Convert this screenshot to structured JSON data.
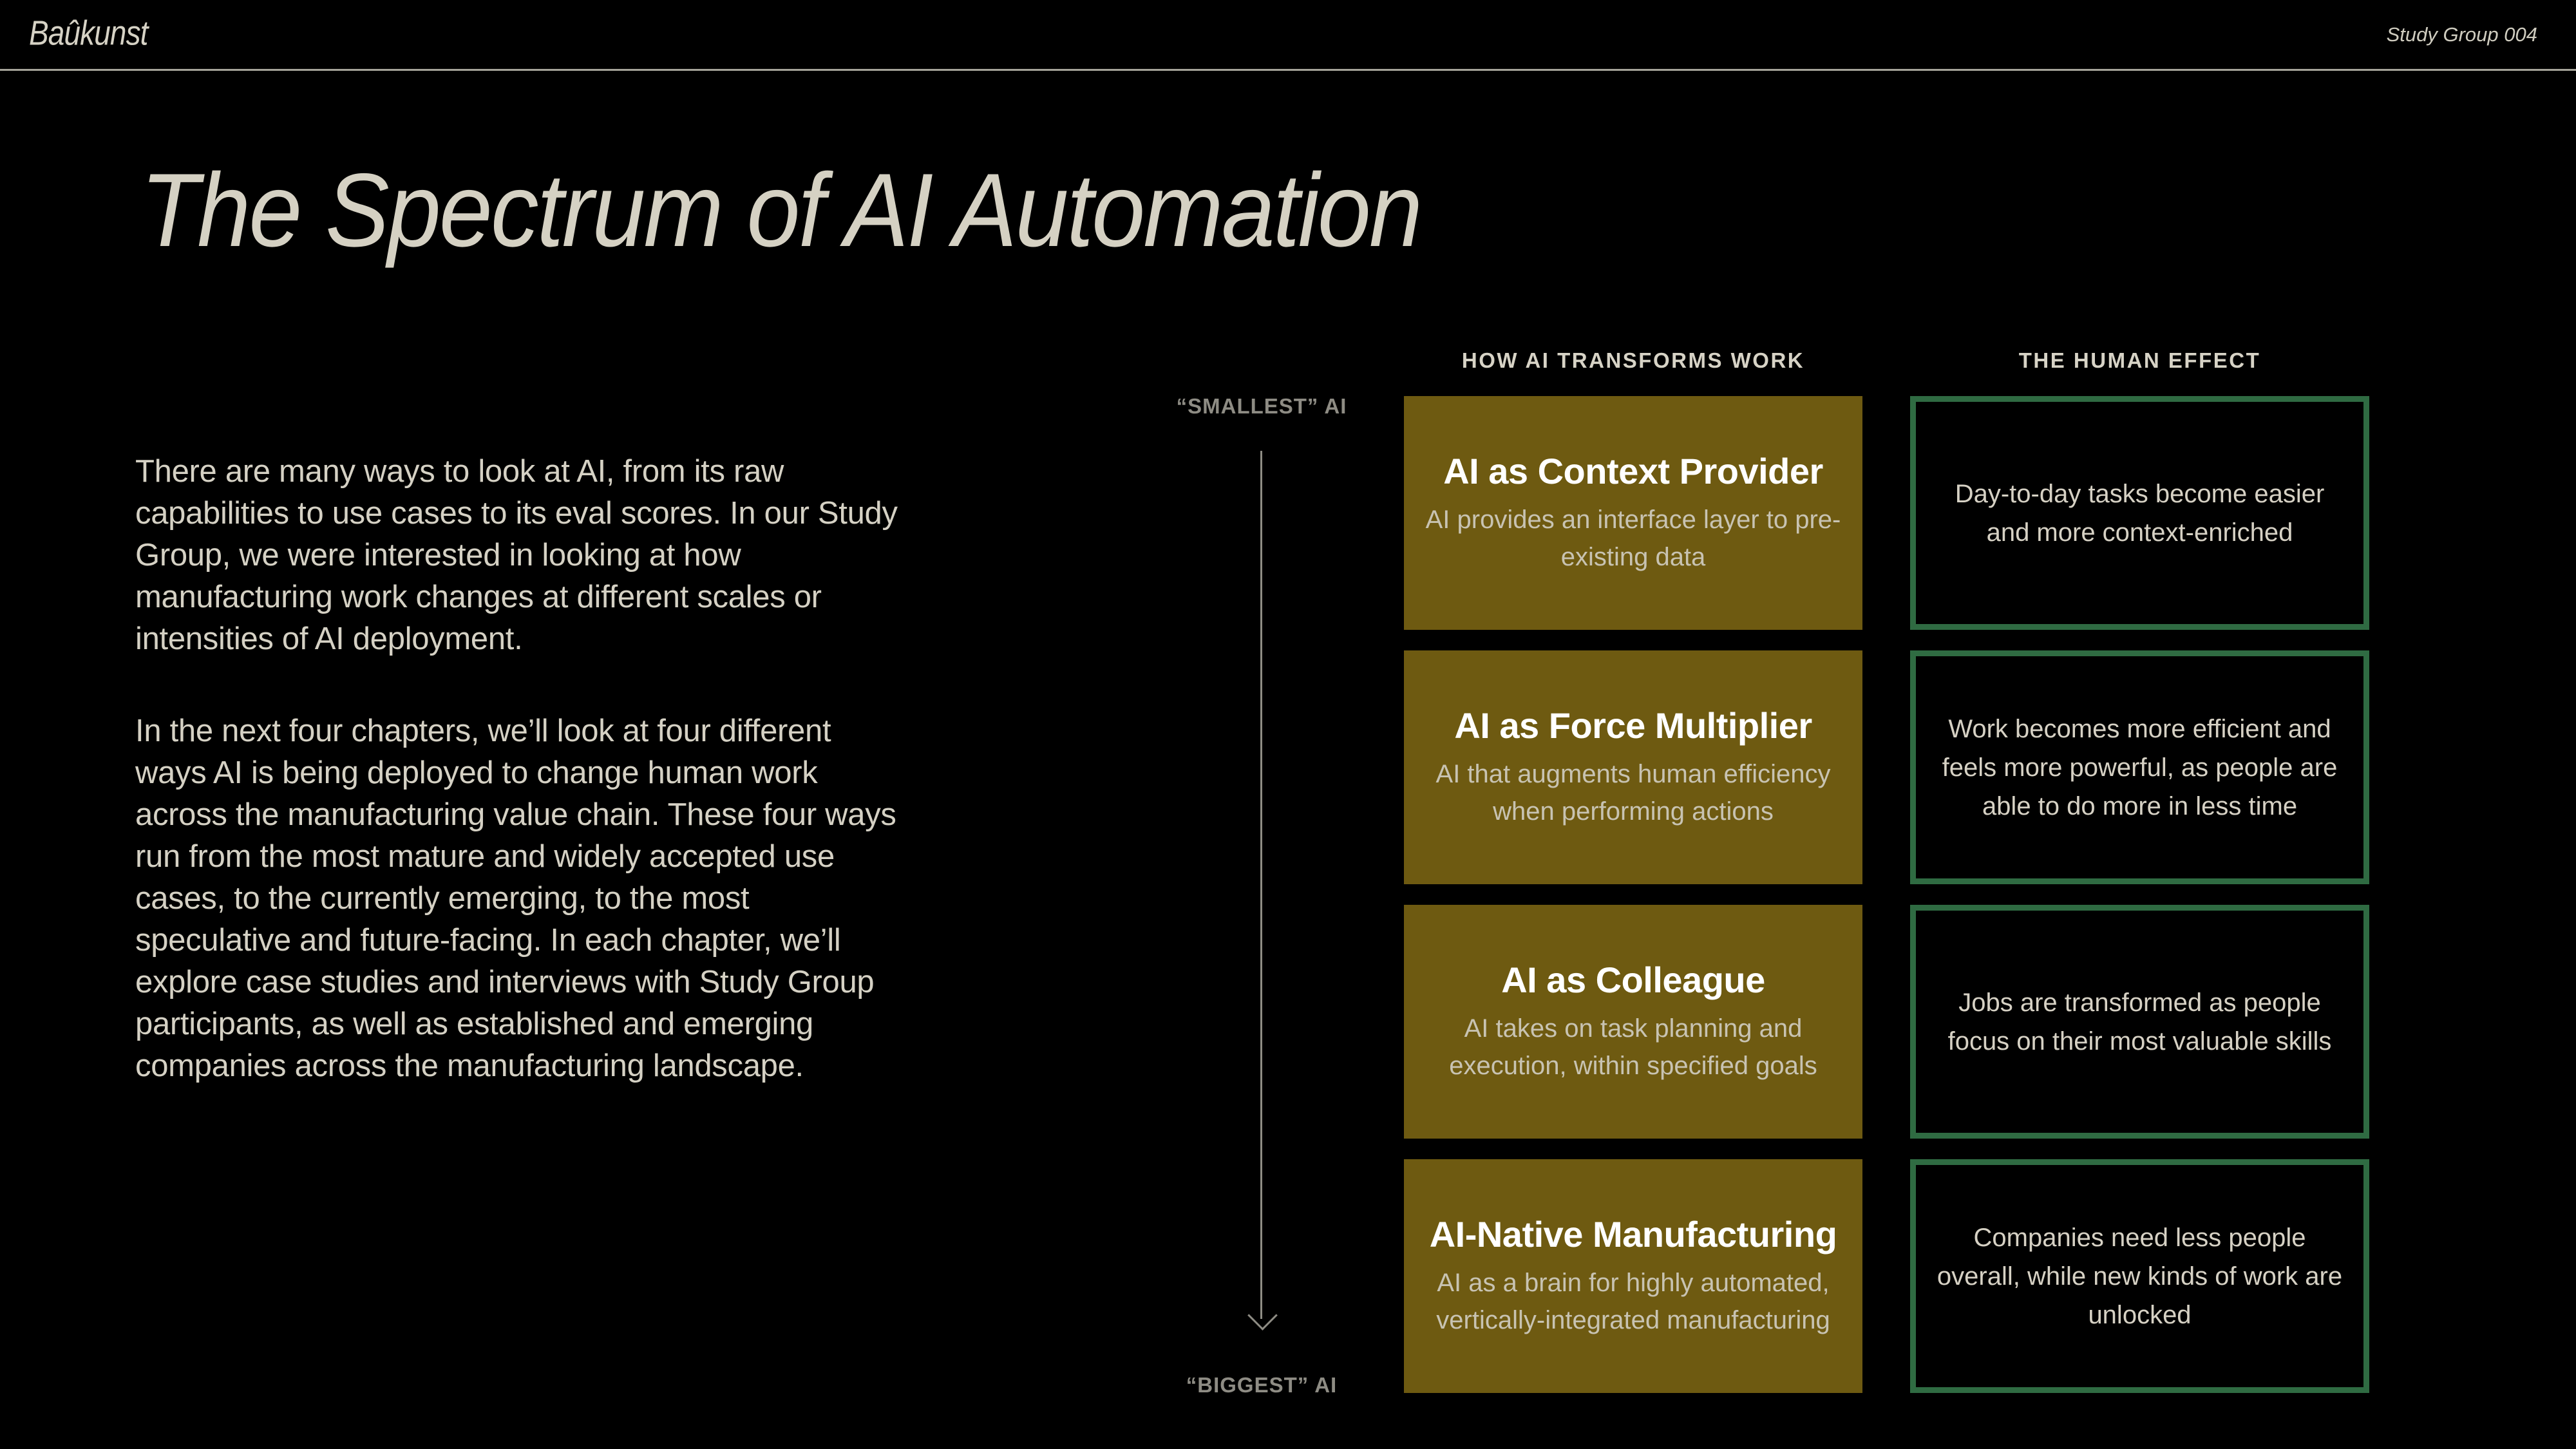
{
  "header": {
    "logo": "Baûkunst",
    "edition": "Study Group 004",
    "rule_color": "#a6a49a"
  },
  "title": "The Spectrum of AI Automation",
  "intro": {
    "paragraphs": [
      "There are many ways to look at AI, from its raw capabilities to use cases to its eval scores. In our Study Group, we were interested in looking at how manufacturing work changes at different scales or intensities of AI deployment.",
      "In the next four chapters, we’ll look at four different ways AI is being deployed to change human work across the manufacturing value chain. These four ways run from the most mature and widely accepted use cases, to the currently emerging, to the most speculative and future-facing. In each chapter, we’ll explore case studies and interviews with Study Group participants, as well as established and emerging companies across the manufacturing landscape."
    ]
  },
  "diagram": {
    "column_headers": {
      "transforms": "HOW AI TRANSFORMS WORK",
      "human": "THE HUMAN EFFECT"
    },
    "axis": {
      "top_label": "“SMALLEST” AI",
      "bottom_label": "“BIGGEST” AI"
    },
    "rows": [
      {
        "title": "AI as Context Provider",
        "subtitle": "AI provides an interface layer to pre-existing data",
        "effect": "Day-to-day tasks become easier and more context-enriched"
      },
      {
        "title": "AI as Force Multiplier",
        "subtitle": "AI that augments human efficiency when performing actions",
        "effect": "Work becomes more efficient and feels more powerful, as people are able to do more in less time"
      },
      {
        "title": "AI as Colleague",
        "subtitle": "AI takes on task planning and execution, within specified goals",
        "effect": "Jobs are transformed as people focus on their most valuable skills"
      },
      {
        "title": "AI-Native Manufacturing",
        "subtitle": "AI as a brain for highly automated, vertically-integrated manufacturing",
        "effect": "Companies need less people overall, while new kinds of work are unlocked"
      }
    ],
    "colors": {
      "background": "#000000",
      "gold_card": "#6e5a11",
      "green_border": "#2f6b42",
      "card_title": "#ffffff",
      "card_subtitle": "#c8c3b2",
      "effect_text": "#d6d1c4",
      "axis_gray": "#8e8c84",
      "beige_text": "#d5d1c4"
    }
  }
}
